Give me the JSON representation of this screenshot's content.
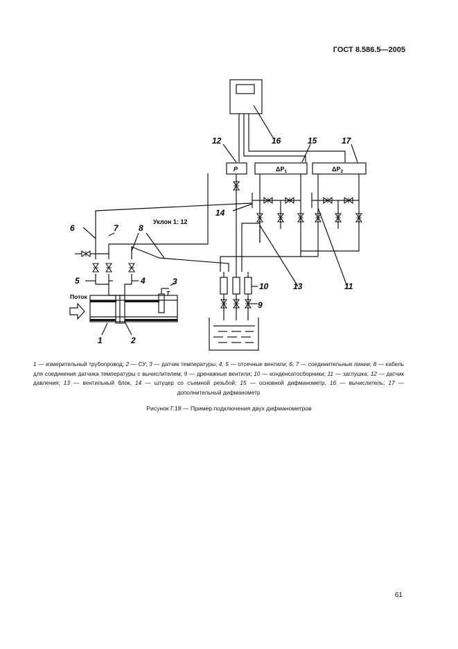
{
  "header": {
    "doc_id": "ГОСТ 8.586.5—2005"
  },
  "diagram": {
    "labels": {
      "n1": "1",
      "n2": "2",
      "n3": "3",
      "n4": "4",
      "n5": "5",
      "n6": "6",
      "n7": "7",
      "n8": "8",
      "n9": "9",
      "n10": "10",
      "n11": "11",
      "n12": "12",
      "n13": "13",
      "n14": "14",
      "n15": "15",
      "n16": "16",
      "n17": "17",
      "flow": "Поток",
      "slope": "Уклон 1: 12",
      "temp": "T",
      "pressure": "P",
      "dp1": "ΔP",
      "dp1_sub": "1",
      "dp2": "ΔP",
      "dp2_sub": "2"
    }
  },
  "legend": [
    {
      "num": "1",
      "text": " — измерительный трубопровод; "
    },
    {
      "num": "2",
      "text": " — СУ; "
    },
    {
      "num": "3",
      "text": " — датчик температуры; "
    },
    {
      "num": "4, 5",
      "text": " — отсечные вентили; "
    },
    {
      "num": "6, 7",
      "text": " — соединительные линии; "
    },
    {
      "num": "8",
      "text": " — кабель для соединения датчика температуры с вычислителем; "
    },
    {
      "num": "9",
      "text": " — дренажные вентили; "
    },
    {
      "num": "10",
      "text": " — конденсатосборники; "
    },
    {
      "num": "11",
      "text": " — заглушка; "
    },
    {
      "num": "12",
      "text": " — датчик давления; "
    },
    {
      "num": "13",
      "text": " — вентильный блок, "
    },
    {
      "num": "14",
      "text": " — штуцер со съемной резьбой; "
    },
    {
      "num": "15",
      "text": " — основной дифманометр, "
    },
    {
      "num": "16",
      "text": " — вычислитель; "
    },
    {
      "num": "17",
      "text": " — дополнительный дифманометр"
    }
  ],
  "caption": "Рисунок Г.18 — Пример подключения двух дифманометров",
  "page_number": "61"
}
